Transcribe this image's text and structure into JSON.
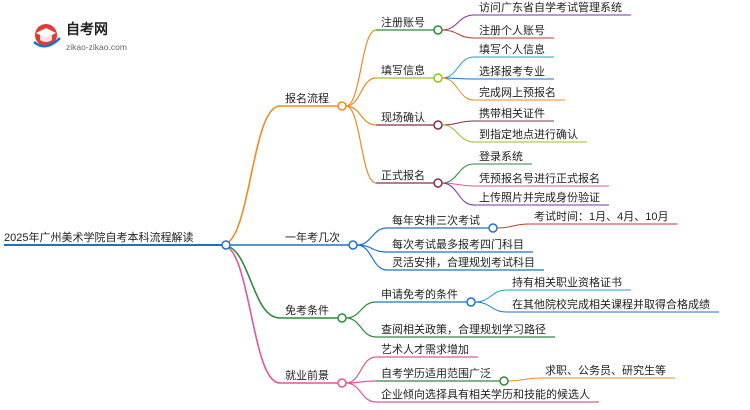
{
  "logo": {
    "title": "自考网",
    "url": "zikao-zikao.com"
  },
  "root": "2025年广州美术学院自考本科流程解读",
  "colors": {
    "root": "#1a73c8",
    "branches": [
      "#f08a1e",
      "#1a73c8",
      "#2e8b3a",
      "#e0579b"
    ],
    "subs": {
      "注册账号": "#2e8b3a",
      "填写信息": "#9bc21a",
      "现场确认": "#8b2c4a",
      "正式报名": "#8b2c4a",
      "每年安排三次考试": "#1a73c8",
      "申请免考的条件": "#1a73c8",
      "自考学历适用范围广泛": "#2e8b3a"
    },
    "leaves": [
      "#7b2fa8",
      "#c0392b",
      "#1aa3c8",
      "#1a73c8",
      "#f08a1e",
      "#8b2c4a",
      "#9bc21a",
      "#2e8b3a",
      "#e0579b"
    ]
  },
  "branches": [
    {
      "label": "报名流程",
      "children": [
        {
          "label": "注册账号",
          "children": [
            "访问广东省自学考试管理系统",
            "注册个人账号"
          ]
        },
        {
          "label": "填写信息",
          "children": [
            "填写个人信息",
            "选择报考专业",
            "完成网上预报名"
          ]
        },
        {
          "label": "现场确认",
          "children": [
            "携带相关证件",
            "到指定地点进行确认"
          ]
        },
        {
          "label": "正式报名",
          "children": [
            "登录系统",
            "凭预报名号进行正式报名",
            "上传照片并完成身份验证"
          ]
        }
      ]
    },
    {
      "label": "一年考几次",
      "children": [
        {
          "label": "每年安排三次考试",
          "children": [
            "考试时间：1月、4月、10月"
          ]
        },
        {
          "label": "每次考试最多报考四门科目",
          "children": []
        },
        {
          "label": "灵活安排，合理规划考试科目",
          "children": []
        }
      ]
    },
    {
      "label": "免考条件",
      "children": [
        {
          "label": "申请免考的条件",
          "children": [
            "持有相关职业资格证书",
            "在其他院校完成相关课程并取得合格成绩"
          ]
        },
        {
          "label": "查阅相关政策，合理规划学习路径",
          "children": []
        }
      ]
    },
    {
      "label": "就业前景",
      "children": [
        {
          "label": "艺术人才需求增加",
          "children": []
        },
        {
          "label": "自考学历适用范围广泛",
          "children": [
            "求职、公务员、研究生等"
          ]
        },
        {
          "label": "企业倾向选择具有相关学历和技能的候选人",
          "children": []
        }
      ]
    }
  ]
}
